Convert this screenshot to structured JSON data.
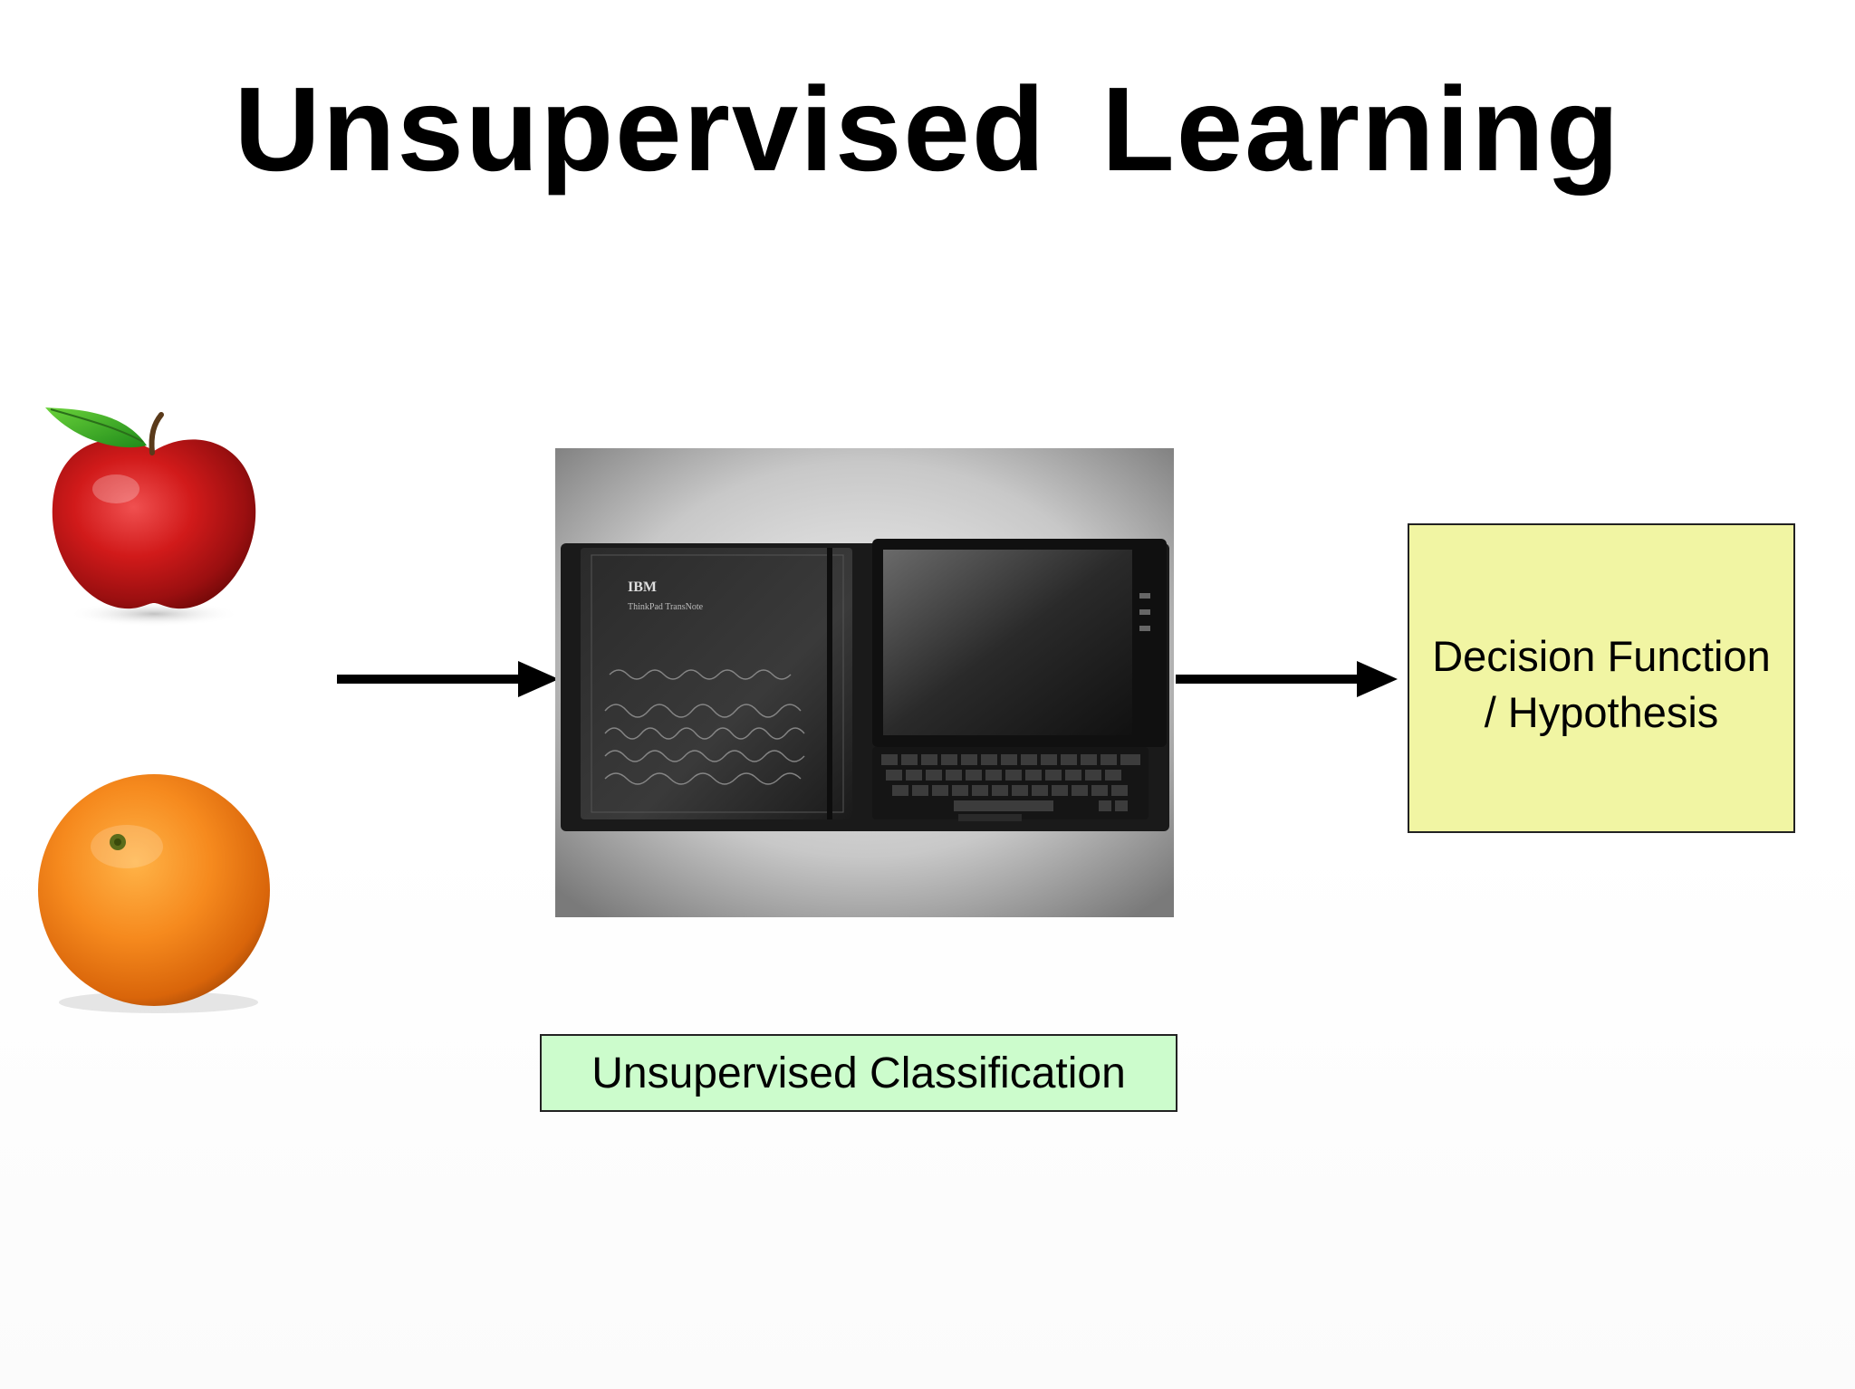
{
  "slide": {
    "title": "Unsupervised Learning",
    "inputs": [
      {
        "label": "apple-image",
        "icon": "apple-icon"
      },
      {
        "label": "orange-image",
        "icon": "orange-icon"
      }
    ],
    "device": {
      "brand_text": "IBM",
      "model_text": "ThinkPad TransNote"
    },
    "decision_box": {
      "line1": "Decision Function",
      "line2": "/ Hypothesis",
      "color": "#f1f5a3"
    },
    "classification_box": {
      "label": "Unsupervised Classification",
      "color": "#ccfccc"
    }
  }
}
